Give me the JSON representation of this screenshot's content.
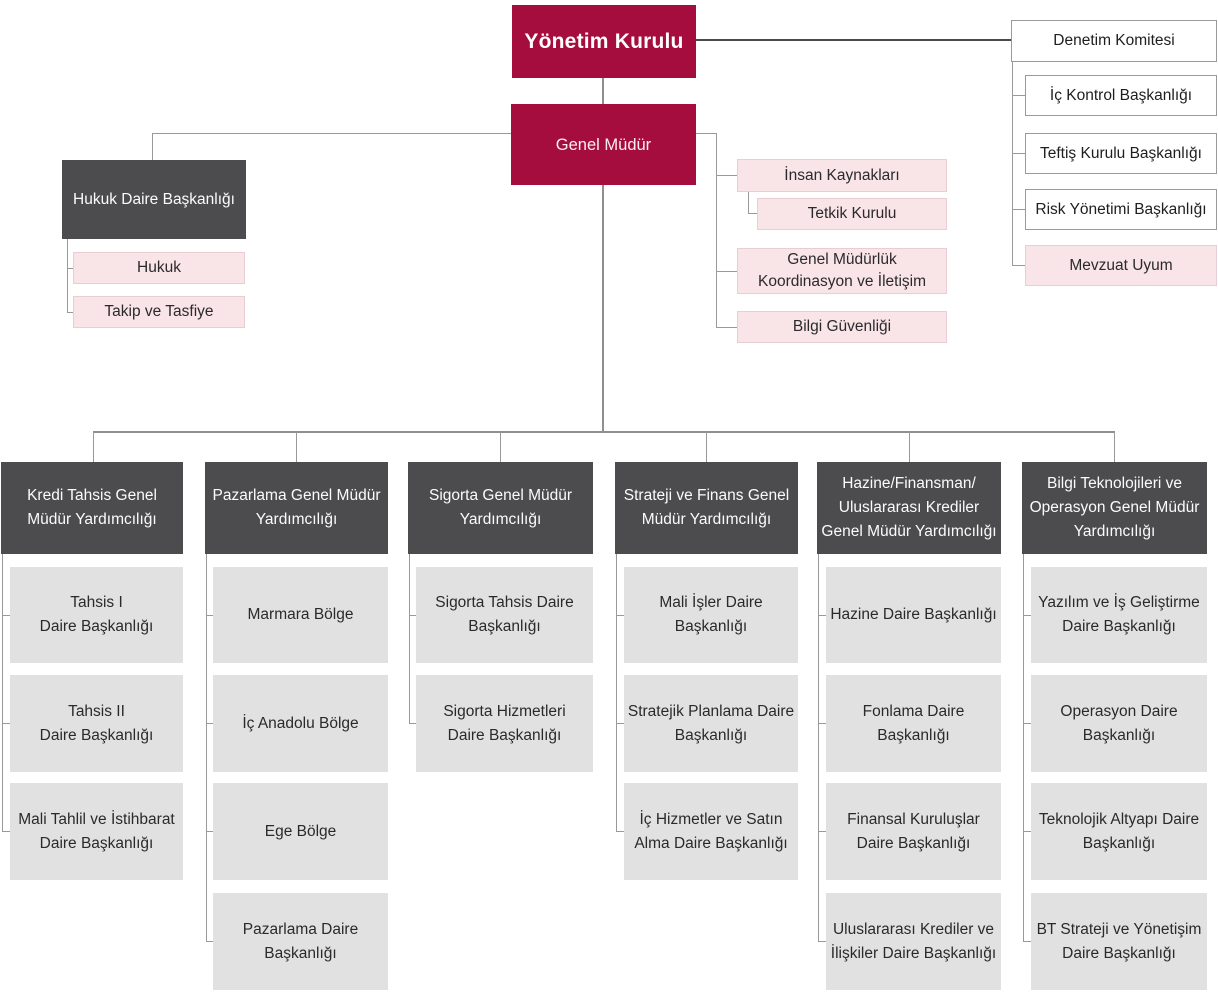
{
  "org_chart": {
    "board": "Yönetim Kurulu",
    "general_manager": "Genel Müdür",
    "audit": {
      "committee": "Denetim Komitesi",
      "units": [
        "İç Kontrol Başkanlığı",
        "Teftiş Kurulu Başkanlığı",
        "Risk Yönetimi Başkanlığı",
        "Mevzuat Uyum"
      ]
    },
    "legal": {
      "head": "Hukuk Daire Başkanlığı",
      "units": [
        "Hukuk",
        "Takip ve Tasfiye"
      ]
    },
    "gm_units": {
      "hr": "İnsan Kaynakları",
      "inspection": "Tetkik Kurulu",
      "coordination": "Genel Müdürlük\nKoordinasyon ve İletişim",
      "info_security": "Bilgi Güvenliği"
    },
    "divisions": [
      {
        "head": "Kredi Tahsis Genel\nMüdür Yardımcılığı",
        "units": [
          "Tahsis I\nDaire Başkanlığı",
          "Tahsis II\nDaire Başkanlığı",
          "Mali Tahlil ve İstihbarat\nDaire Başkanlığı"
        ]
      },
      {
        "head": "Pazarlama Genel Müdür\nYardımcılığı",
        "units": [
          "Marmara Bölge",
          "İç Anadolu Bölge",
          "Ege Bölge",
          "Pazarlama Daire\nBaşkanlığı"
        ]
      },
      {
        "head": "Sigorta Genel Müdür\nYardımcılığı",
        "units": [
          "Sigorta Tahsis Daire\nBaşkanlığı",
          "Sigorta Hizmetleri\nDaire Başkanlığı"
        ]
      },
      {
        "head": "Strateji ve Finans Genel\nMüdür Yardımcılığı",
        "units": [
          "Mali İşler Daire\nBaşkanlığı",
          "Stratejik Planlama Daire\nBaşkanlığı",
          "İç Hizmetler ve Satın\nAlma Daire Başkanlığı"
        ]
      },
      {
        "head": "Hazine/Finansman/\nUluslararası Krediler\nGenel Müdür Yardımcılığı",
        "units": [
          "Hazine Daire Başkanlığı",
          "Fonlama Daire\nBaşkanlığı",
          "Finansal Kuruluşlar\nDaire Başkanlığı",
          "Uluslararası Krediler ve\nİlişkiler Daire Başkanlığı"
        ]
      },
      {
        "head": "Bilgi Teknolojileri ve\nOperasyon Genel Müdür\nYardımcılığı",
        "units": [
          "Yazılım ve İş Geliştirme\nDaire Başkanlığı",
          "Operasyon Daire\nBaşkanlığı",
          "Teknolojik Altyapı Daire\nBaşkanlığı",
          "BT Strateji ve Yönetişim\nDaire Başkanlığı"
        ]
      }
    ],
    "colors": {
      "crimson": "#a60d3f",
      "dark_gray": "#4c4c4e",
      "light_gray": "#e1e1e1",
      "pink_fill": "#f9e4e8",
      "pink_border": "#e8cdd3",
      "connector": "#999999"
    }
  }
}
